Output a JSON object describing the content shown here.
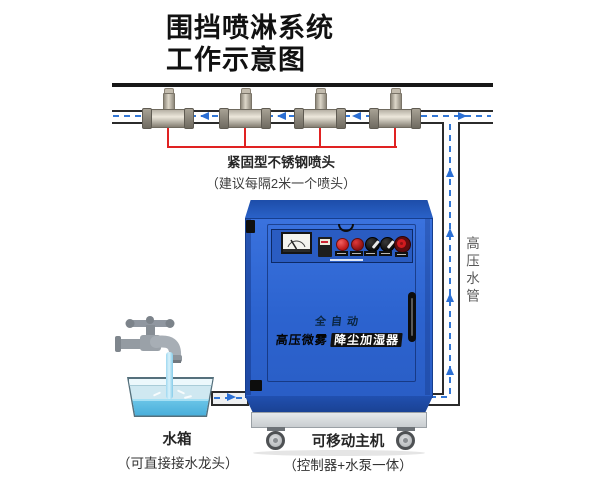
{
  "title": {
    "line1": "围挡喷淋系统",
    "line2": "工作示意图"
  },
  "nozzle_callout": {
    "line1": "紧固型不锈钢喷头",
    "line2": "（建议每隔2米一个喷头）"
  },
  "pipe_label_vertical": "高压水管",
  "tank_label": {
    "line1": "水箱",
    "line2": "（可直接接水龙头）"
  },
  "host_label": {
    "line1": "可移动主机",
    "line2": "（控制器+水泵一体）"
  },
  "cabinet_text": {
    "line1": "全自动",
    "line2_plain": "高压微雾",
    "line2_boxed": "降尘加湿器"
  },
  "diagram": {
    "nozzle_count": 4,
    "nozzle_positions": [
      168,
      245,
      320,
      395
    ],
    "colors": {
      "flow_arrow": "#3277d6",
      "callout_line": "#e02222",
      "pipe_line": "#2b2b2b",
      "cabinet_blue": "#2e68d2",
      "water_blue": "#5bbce4"
    }
  }
}
